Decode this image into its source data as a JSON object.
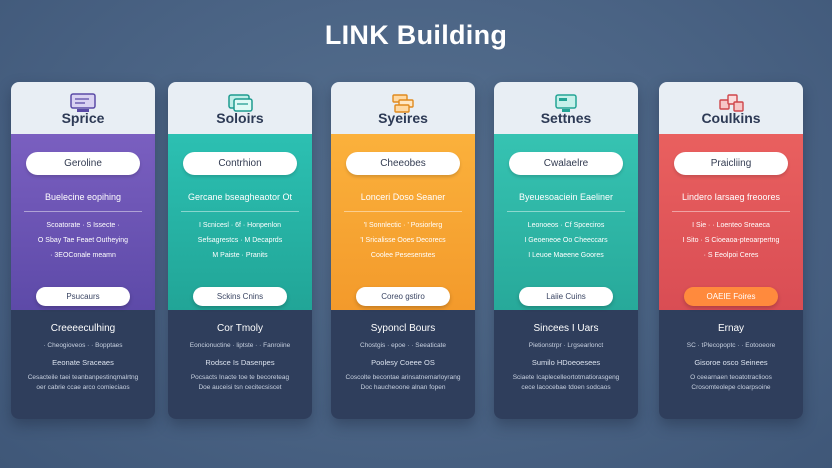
{
  "page": {
    "title": "LINK Building"
  },
  "cards": [
    {
      "name": "Sprice",
      "icon": "server-icon",
      "accent": "#6d57b3",
      "pill": "Geroline",
      "description": "Buelecine eopihing",
      "features": [
        "Scoatorate · S Issecte ·",
        "O Sbay Tae Feaet Outheying",
        "· 3EOConale meamn"
      ],
      "cta": "Psucaurs",
      "footer_title": "Creeeeculhing",
      "footer_line1": "· Cheogioveos · · Bopptaes",
      "footer_line2": "Eeonate Sraceaes",
      "footer_line3": "Cesacteile taei teanbanpestinqmalrtng",
      "footer_line4": "oer cabrie ccae arco comieciaos"
    },
    {
      "name": "Soloirs",
      "icon": "database-icon",
      "accent": "#27b3a6",
      "pill": "Contrhion",
      "description": "Gercane bseagheaotor Ot",
      "features": [
        "I Scnicesl · 6f · Honpenlon",
        "Sefsagrestcs · M Decaprds",
        "M Paiste · Pranits"
      ],
      "cta": "Sckins Cnins",
      "footer_title": "Cor Tmoly",
      "footer_line1": "Eoncionuctine · liptste · · Fanroiine",
      "footer_line2": "Rodsce Is Dasenpes",
      "footer_line3": "Pocsacts Inacte toe te becoreteag",
      "footer_line4": "Doe auceisi tsn cecitecsiscet"
    },
    {
      "name": "Syeires",
      "icon": "layers-icon",
      "accent": "#f9a935",
      "pill": "Cheeobes",
      "description": "Lonceri Doso Seaner",
      "features": [
        "'I Sonnlectic · ' Posiorlerg",
        "'I Sricalisse Ooes Decorecs",
        "Coolee Pesesenstes"
      ],
      "cta": "Coreo gstiro",
      "footer_title": "Syponcl Bours",
      "footer_line1": "Chostgis · epoe · · Seeaticate",
      "footer_line2": "Poolesy Coeee OS",
      "footer_line3": "Coscolte becontae arinsatnemarloyrang",
      "footer_line4": "Doc haucheoone alnan fopen"
    },
    {
      "name": "Settnes",
      "icon": "monitor-icon",
      "accent": "#2fbfae",
      "pill": "Cwalaelre",
      "description": "Byeuesoaciein Eaeliner",
      "features": [
        "Leonoeos · Cf Spceciros",
        "I Geoeneoe Oo Cheeccars",
        "I Leuoe Maeene Goores"
      ],
      "cta": "Laiie Cuins",
      "footer_title": "Sincees I Uars",
      "footer_line1": "Pietionstrpr · Lrgsearlonct",
      "footer_line2": "Sumilo HDoeoesees",
      "footer_line3": "Sciaete Icaplecelleortotmatiorasgeng",
      "footer_line4": "cece lacocebae tdoen sodcaos"
    },
    {
      "name": "Coulkins",
      "icon": "cubes-icon",
      "accent": "#e25a5e",
      "pill": "Praicliing",
      "description": "Lindero Iarsaeg freoores",
      "features": [
        "I Sie · · Loenteo Sreaeca",
        "I Sito · S Cioeaoa-pteoarpertng",
        "· S Eeolpoi Ceres"
      ],
      "cta": "OAEIE Foires",
      "footer_title": "Ernay",
      "footer_line1": "SC · tPlecopoptc · · Eotooeore",
      "footer_line2": "Gisoroe osco Seinees",
      "footer_line3": "O ceearnaen teoatotraclioos",
      "footer_line4": "Crosomteolepe cloarpsoine"
    }
  ]
}
